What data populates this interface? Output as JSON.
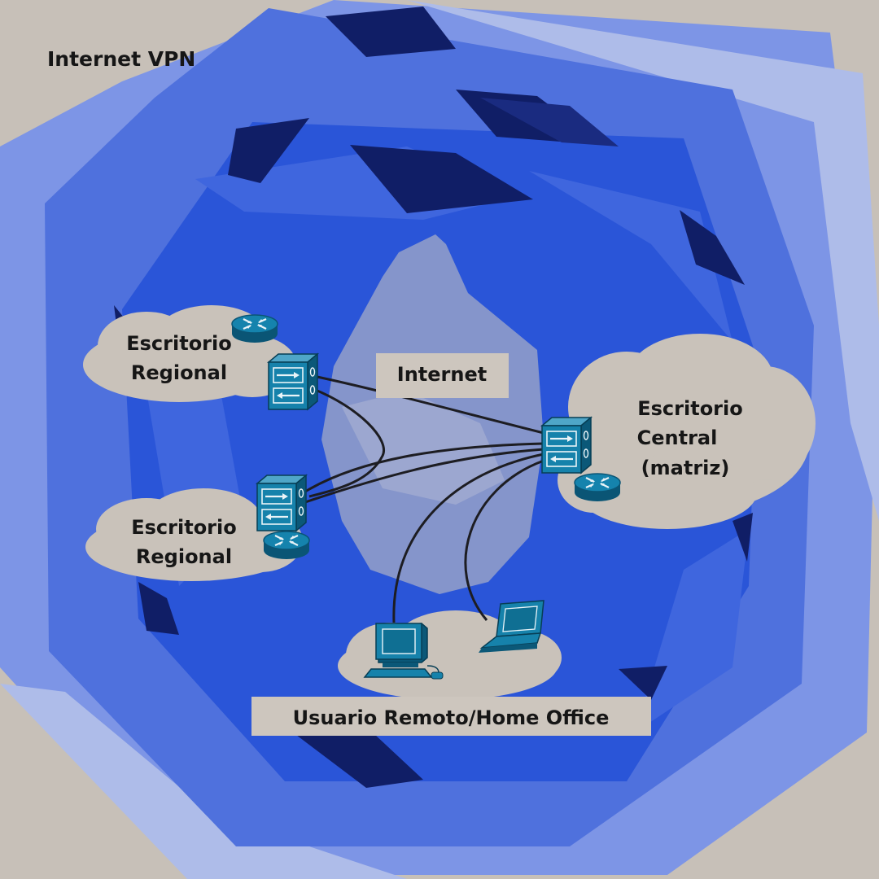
{
  "diagram": {
    "title": "Internet VPN",
    "internet_label": "Internet",
    "nodes": {
      "regional_top": {
        "line1": "Escritorio",
        "line2": "Regional"
      },
      "regional_bottom": {
        "line1": "Escritorio",
        "line2": "Regional"
      },
      "central": {
        "line1": "Escritorio",
        "line2": "Central",
        "line3": "(matriz)"
      },
      "remote": {
        "label": "Usuario Remoto/Home Office"
      }
    },
    "icons": {
      "router": "router-icon",
      "firewall": "firewall-icon",
      "desktop": "desktop-computer-icon",
      "laptop": "laptop-icon"
    },
    "colors": {
      "background": "#c7c0b8",
      "tunnel_outer": "#7d95e6",
      "tunnel_mid": "#4f71dd",
      "tunnel_inner": "#2a55d8",
      "tunnel_dark": "#101e66",
      "cloud": "#c9c2ba",
      "device": "#0f6f93",
      "link": "#1d1d22",
      "label_box": "#cdc6be"
    }
  }
}
